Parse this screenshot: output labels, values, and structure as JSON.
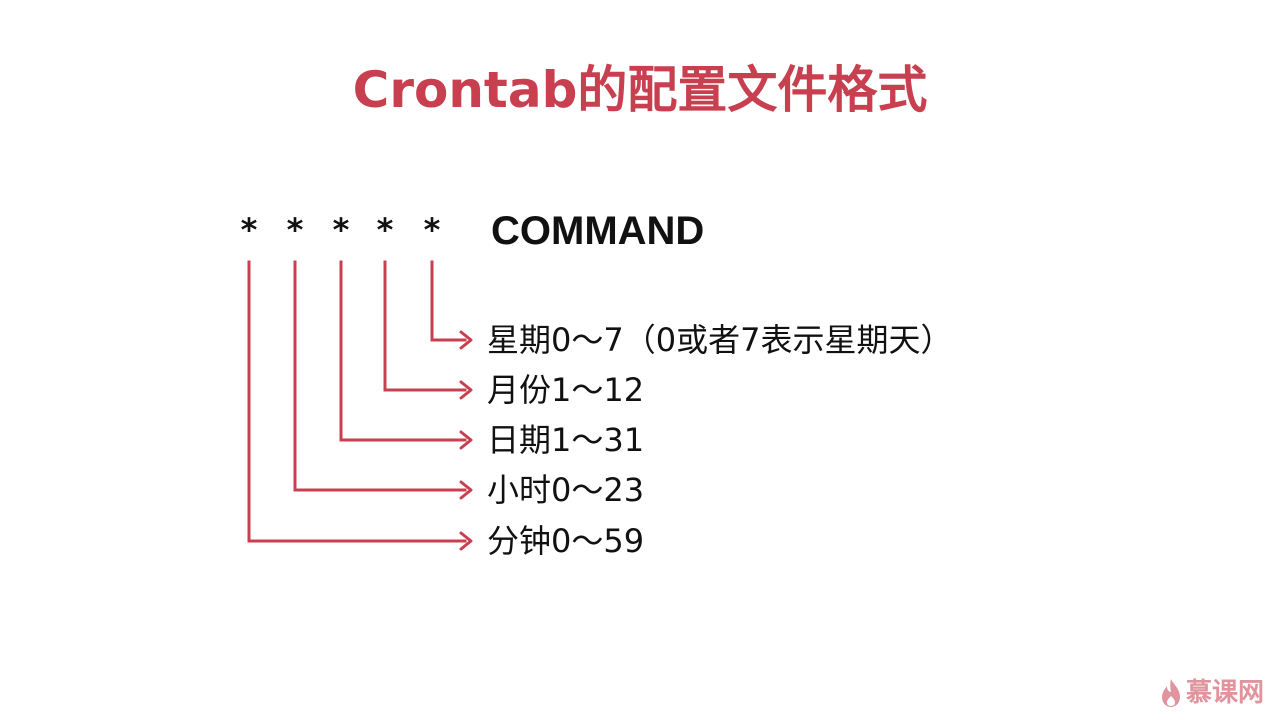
{
  "title": "Crontab的配置文件格式",
  "format_line": {
    "stars": [
      "*",
      "*",
      "*",
      "*",
      "*"
    ],
    "command": "COMMAND"
  },
  "fields": [
    {
      "label": "星期0～7（0或者7表示星期天）",
      "star_index": 4
    },
    {
      "label": "月份1～12",
      "star_index": 3
    },
    {
      "label": "日期1～31",
      "star_index": 2
    },
    {
      "label": "小时0～23",
      "star_index": 1
    },
    {
      "label": "分钟0～59",
      "star_index": 0
    }
  ],
  "colors": {
    "title": "#c8404f",
    "connector": "#c8404f",
    "text": "#111111"
  },
  "watermark": {
    "text": "慕课网",
    "icon": "flame-icon"
  }
}
